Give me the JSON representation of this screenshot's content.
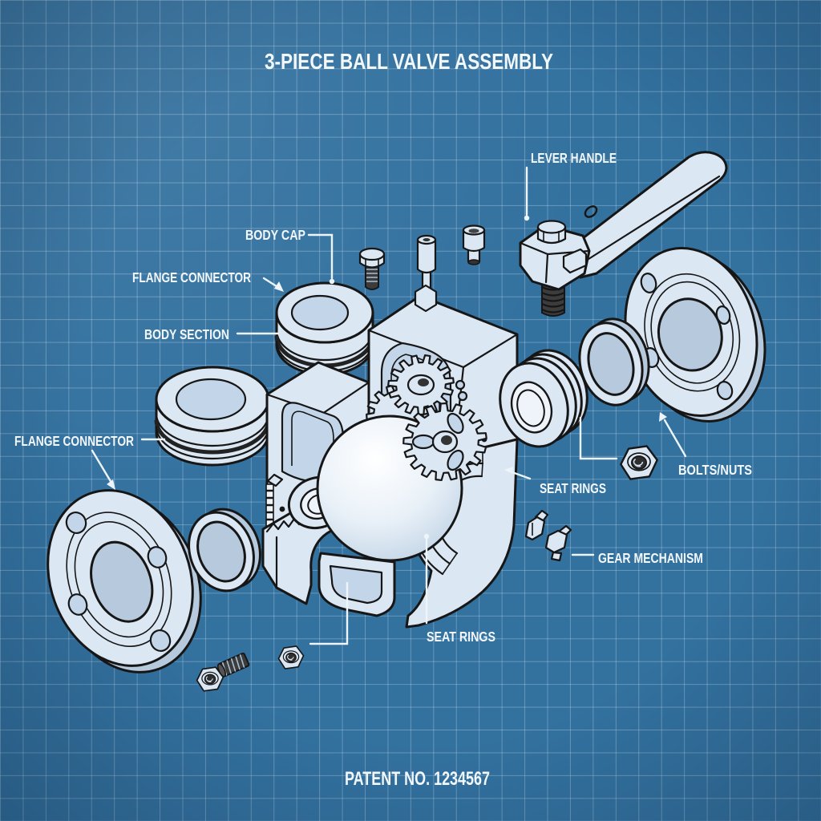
{
  "title": "3-PIECE BALL VALVE ASSEMBLY",
  "footer": {
    "patent": "PATENT NO. 1234567"
  },
  "labels": {
    "lever_handle": "LEVER HANDLE",
    "body_cap": "BODY CAP",
    "flange_connector_top": "FLANGE CONNECTOR",
    "body_section": "BODY SECTION",
    "flange_connector_left": "FLANGE CONNECTOR",
    "seat_rings_right": "SEAT RINGS",
    "bolts_nuts": "BOLTS/NUTS",
    "gear_mechanism": "GEAR MECHANISM",
    "seat_rings_bottom": "SEAT RINGS"
  },
  "colors": {
    "background": "#33719f",
    "grid_line": "rgba(205,228,245,0.33)",
    "part_fill": "#dbe7f3",
    "part_shade": "#c3d5e8",
    "part_side": "#b7cadd",
    "bore_fill": "#eef4fa",
    "outline": "#161616",
    "metal_dark": "#3c3c3c",
    "ridge": "#a9bed2",
    "label_text": "#f2f7fb",
    "leader": "#eef5fa"
  }
}
